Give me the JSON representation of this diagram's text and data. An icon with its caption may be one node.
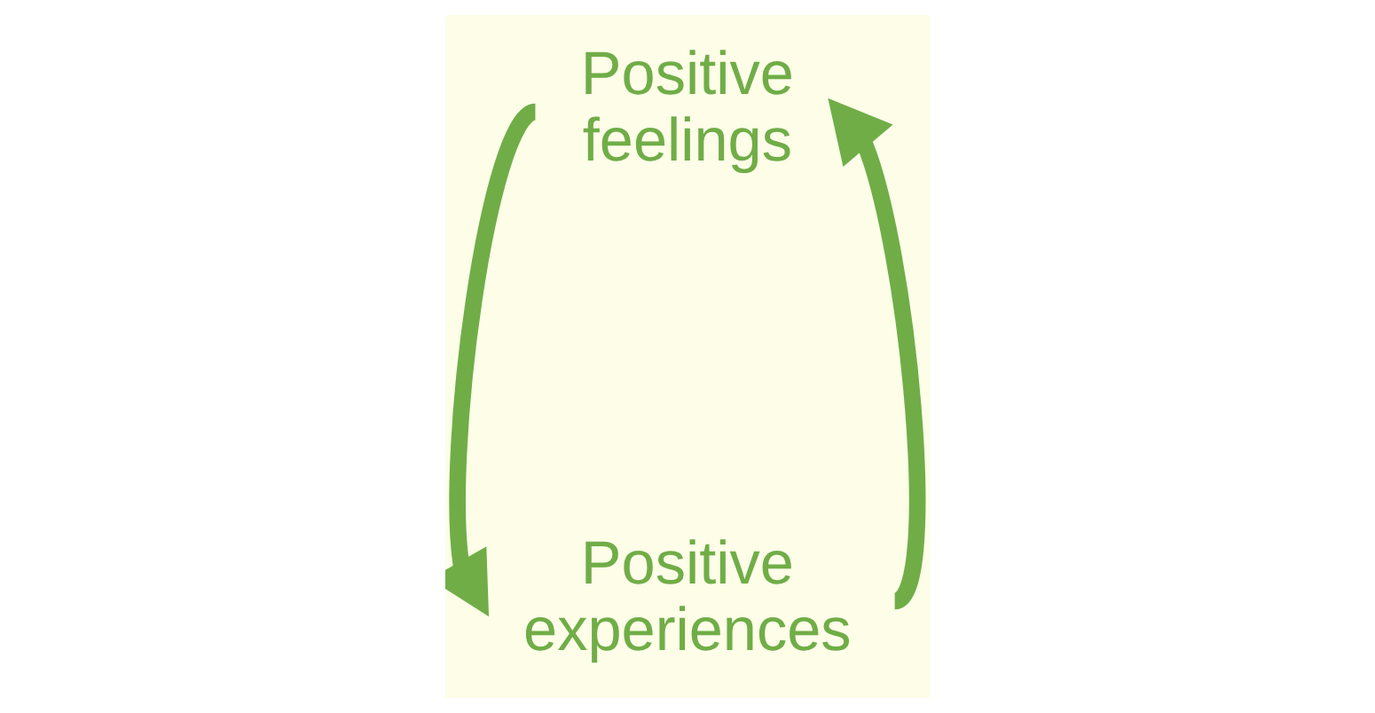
{
  "diagram": {
    "nodes": [
      {
        "text": [
          "Positive feelings"
        ]
      },
      {
        "text": [
          "Positive experiences"
        ]
      }
    ],
    "edges": [
      {
        "from": 0,
        "to": 1,
        "arrow": "to"
      },
      {
        "from": 1,
        "to": 0,
        "arrow": "to"
      }
    ]
  }
}
